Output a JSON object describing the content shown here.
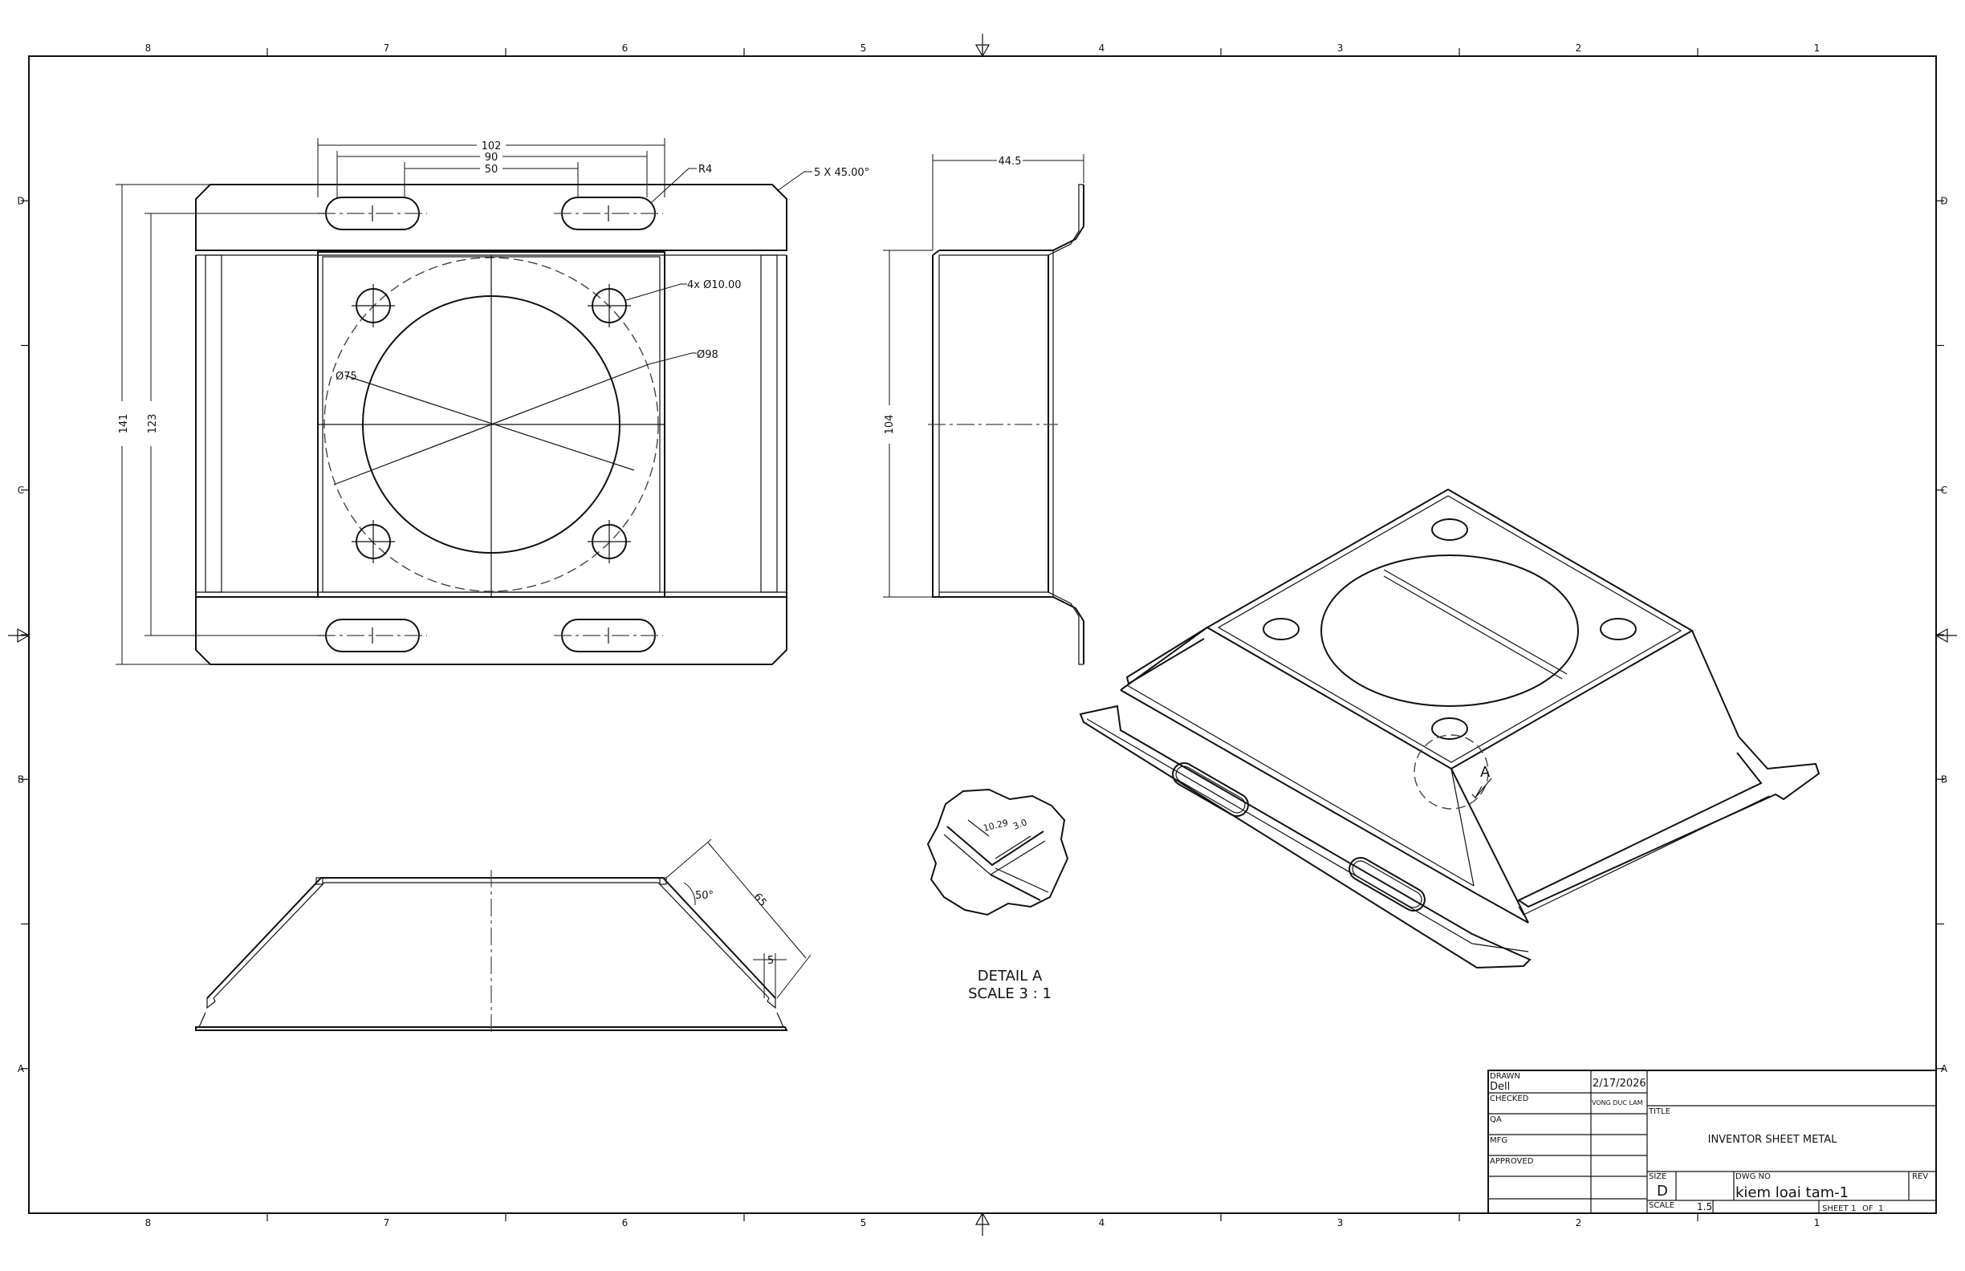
{
  "border": {
    "columns": [
      "8",
      "7",
      "6",
      "5",
      "4",
      "3",
      "2",
      "1"
    ],
    "rows": [
      "D",
      "C",
      "B",
      "A"
    ]
  },
  "dimensions": {
    "width_102": "102",
    "width_90": "90",
    "width_50": "50",
    "radius": "R4",
    "chamfer": "5 X 45.00°",
    "height_141": "141",
    "height_123": "123",
    "holes": "4x Ø10.00",
    "dia_98": "Ø98",
    "dia_75": "Ø75",
    "side_44_5": "44.5",
    "side_104": "104",
    "angle_50": "50°",
    "len_65": "65",
    "flange_5": "5",
    "detail_d1": "10.29",
    "detail_d2": "3.0"
  },
  "detail": {
    "title": "DETAIL  A",
    "scale": "SCALE 3 : 1",
    "callout": "A"
  },
  "title_block": {
    "drawn_label": "DRAWN",
    "drawn_by": "Dell",
    "drawn_date": "2/17/2026",
    "checked_label": "CHECKED",
    "checked_by": "VONG DUC LAM",
    "qa_label": "QA",
    "mfg_label": "MFG",
    "approved_label": "APPROVED",
    "title_label": "TITLE",
    "title": "INVENTOR SHEET METAL",
    "size_label": "SIZE",
    "size": "D",
    "dwg_no_label": "DWG NO",
    "dwg_no": "kiem loai tam-1",
    "rev_label": "REV",
    "scale_label": "SCALE",
    "scale": "1.5",
    "sheet_label": "SHEET",
    "sheet": "1",
    "of_label": "OF",
    "of": "1"
  }
}
